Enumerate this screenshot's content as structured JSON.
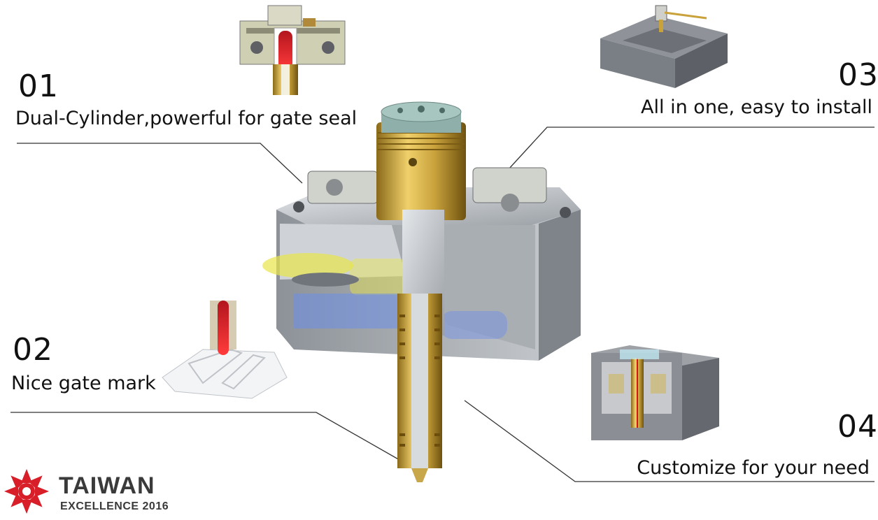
{
  "features": [
    {
      "number": "01",
      "caption": "Dual-Cylinder,powerful for gate seal"
    },
    {
      "number": "02",
      "caption": "Nice gate mark"
    },
    {
      "number": "03",
      "caption": "All in one, easy to install"
    },
    {
      "number": "04",
      "caption": "Customize for your need"
    }
  ],
  "logo": {
    "line1": "TAIWAN",
    "line2": "EXCELLENCE 2016"
  },
  "colors": {
    "brass": "#c9a23c",
    "steel": "#b8bcc2",
    "darksteel": "#6f747a",
    "logo_red": "#d81e28"
  }
}
